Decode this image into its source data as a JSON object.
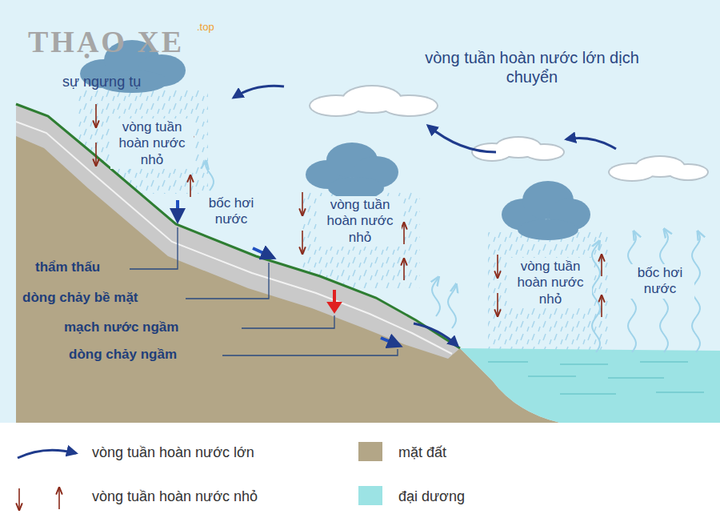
{
  "diagram": {
    "labels": [
      "THẠO XE",
      ".top",
      "sự ngưng tụ",
      "vòng tuần hoàn nước nhỏ",
      "bốc hơi nước",
      "vòng tuần hoàn nước nhỏ",
      "vòng tuần hoàn nước lớn dịch chuyển",
      "vòng tuần hoàn nước nhỏ",
      "bốc hơi nước",
      "thẩm thấu",
      "dòng chảy bề mặt",
      "mạch nước ngầm",
      "dòng chảy ngầm"
    ],
    "legend": [
      {
        "text": "vòng tuần hoàn nước lớn"
      },
      {
        "text": "vòng tuần hoàn nước nhỏ"
      },
      {
        "text": "mặt đất",
        "color": "#b3a687"
      },
      {
        "text": "đại dương",
        "color": "#9ce3e4"
      }
    ]
  }
}
